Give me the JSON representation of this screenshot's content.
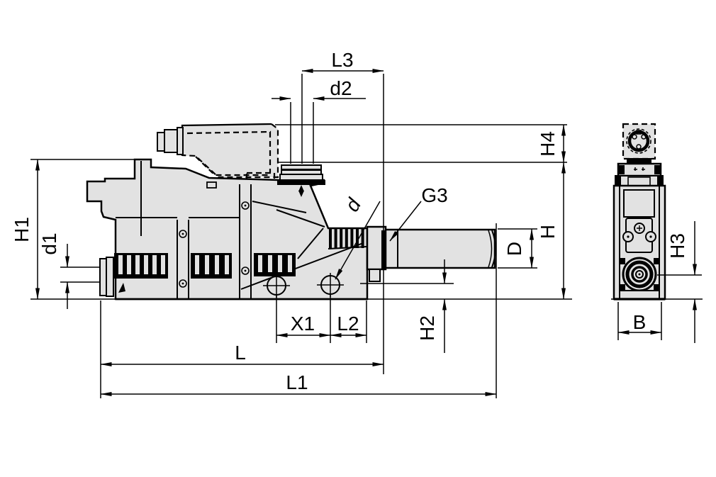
{
  "colors": {
    "background": "#ffffff",
    "line": "#000000",
    "part_fill": "#e2e2e2"
  },
  "dim_labels": {
    "L3": "L3",
    "d2": "d2",
    "H4": "H4",
    "H1": "H1",
    "d1": "d1",
    "G3": "G3",
    "d": "d",
    "H": "H",
    "D": "D",
    "H2": "H2",
    "X1": "X1",
    "L2": "L2",
    "L": "L",
    "L1": "L1",
    "H3": "H3",
    "B": "B"
  }
}
